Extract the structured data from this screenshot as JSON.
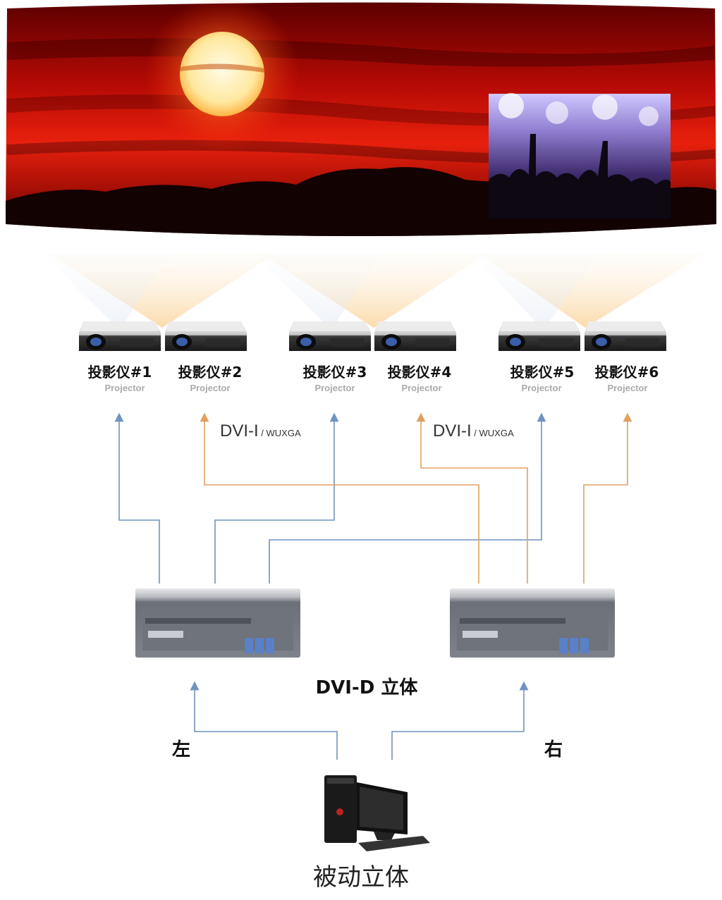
{
  "projectors": [
    {
      "label": "投影仪#1",
      "sub": "Projector"
    },
    {
      "label": "投影仪#2",
      "sub": "Projector"
    },
    {
      "label": "投影仪#3",
      "sub": "Projector"
    },
    {
      "label": "投影仪#4",
      "sub": "Projector"
    },
    {
      "label": "投影仪#5",
      "sub": "Projector"
    },
    {
      "label": "投影仪#6",
      "sub": "Projector"
    }
  ],
  "links": [
    {
      "main": "DVI-I",
      "sub": " / WUXGA"
    },
    {
      "main": "DVI-I",
      "sub": " / WUXGA"
    }
  ],
  "center_label": "DVI-D 立体",
  "left_label": "左",
  "right_label": "右",
  "caption": "被动立体",
  "colors": {
    "left_channel": "#6f93c0",
    "right_channel": "#e0a060",
    "sky_top": "#7a0000",
    "sky_mid": "#e01a0c",
    "sun": "#fff6cf"
  }
}
